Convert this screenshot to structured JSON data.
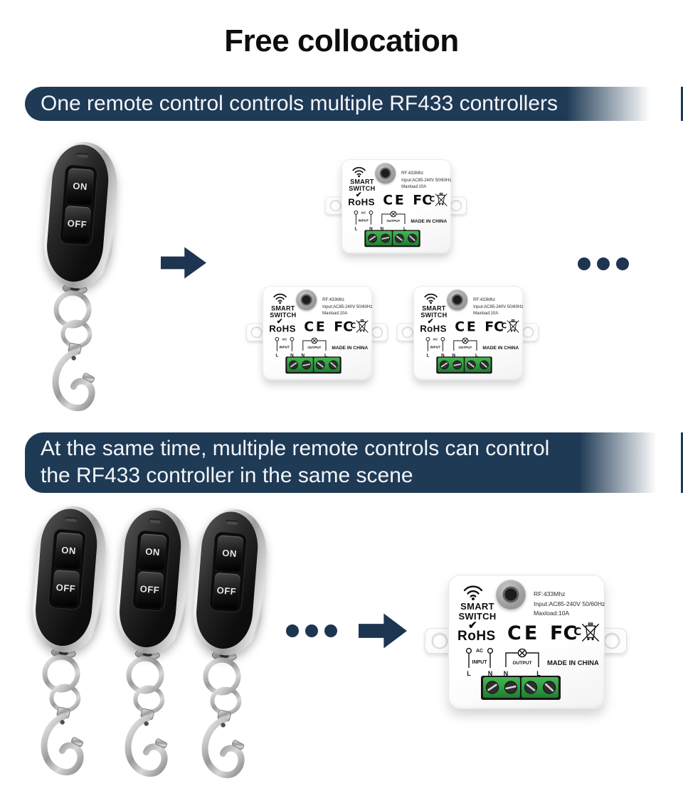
{
  "title": "Free collocation",
  "banners": {
    "one": "One remote control controls multiple RF433 controllers",
    "two_line1": "At the same time, multiple remote controls can control",
    "two_line2": "the RF433 controller in the same scene"
  },
  "remote": {
    "on_label": "ON",
    "off_label": "OFF"
  },
  "controller": {
    "brand_line1": "SMART",
    "brand_line2": "SWITCH",
    "spec_rf": "RF:433Mhz",
    "spec_input": "Input:AC85-240V 50/60Hz",
    "spec_maxload": "Maxload:10A",
    "rohs_check": "✔",
    "cert_rohs": "RoHS",
    "cert_ce": "CE",
    "cert_fcc": "FC",
    "cert_fcc_inner": "C",
    "wiring": {
      "ac": "AC",
      "input": "INPUT",
      "output": "OUTPUT",
      "l_left": "L",
      "n_left": "N",
      "n_right": "N",
      "l_right": "L"
    },
    "made_in": "MADE IN CHINA"
  },
  "colors": {
    "banner_navy": "#1f3a55",
    "accent_navy": "#1e3551",
    "terminal_green": "#2f9e41",
    "remote_black": "#141414",
    "module_white": "#fdfdfd"
  }
}
